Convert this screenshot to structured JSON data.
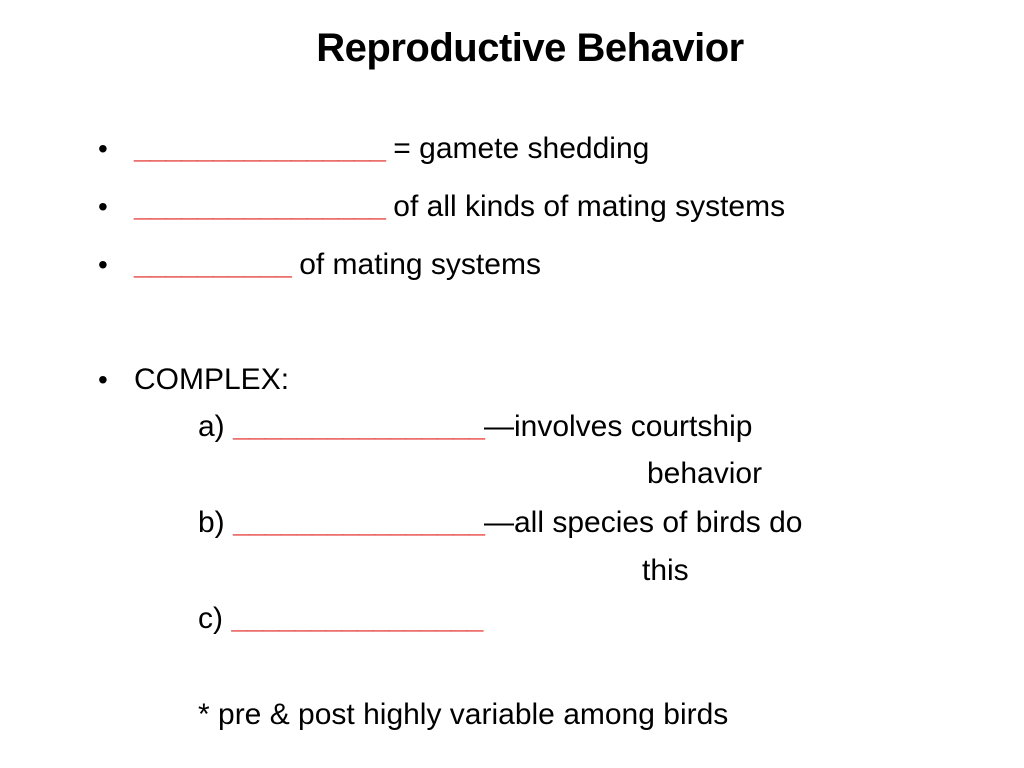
{
  "slide": {
    "title": "Reproductive Behavior",
    "bullet_char": "•",
    "blank_color": "#e0201b",
    "bullets": [
      {
        "blank": "________________",
        "text": " = gamete shedding"
      },
      {
        "blank": "________________",
        "text": " of all kinds of mating systems"
      },
      {
        "blank": "__________",
        "text": " of mating systems"
      }
    ],
    "complex": {
      "label": "COMPLEX:",
      "items": [
        {
          "prefix": "a) ",
          "blank": "________________",
          "text": "—involves courtship",
          "continuation": "behavior"
        },
        {
          "prefix": "b) ",
          "blank": "________________",
          "text": "—all species of birds do",
          "continuation": "this"
        },
        {
          "prefix": "c) ",
          "blank": "________________",
          "text": "",
          "continuation": ""
        }
      ],
      "note": "* pre & post highly variable among birds"
    }
  }
}
